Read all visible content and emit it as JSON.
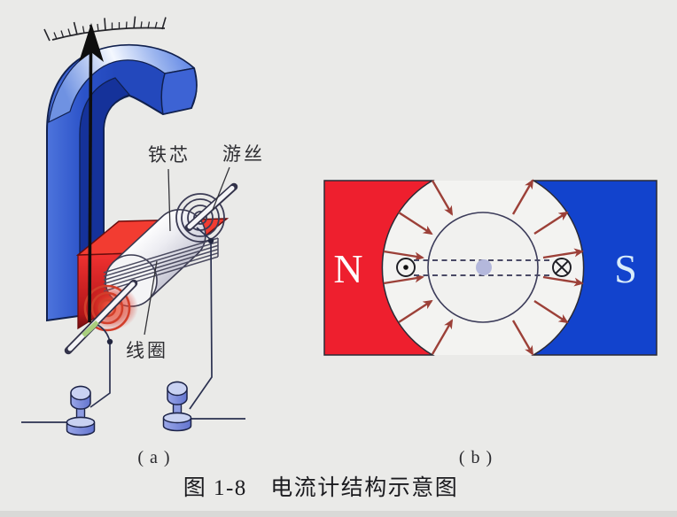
{
  "figure": {
    "caption": "图 1-8　电流计结构示意图"
  },
  "panel_a": {
    "label": "( a )",
    "callouts": {
      "iron_core": "铁芯",
      "hairspring": "游丝",
      "coil": "线圈"
    }
  },
  "panel_b": {
    "label": "( b )",
    "north_pole": "N",
    "south_pole": "S",
    "current_out_symbol": "⊙",
    "current_in_symbol": "⊗"
  },
  "colors": {
    "background": "#eaeae8",
    "magnet_blue": "#2b52c8",
    "magnet_inner_blue": "#15329a",
    "pole_piece_red": "#e62a2b",
    "north_pole_red": "#ee1f2e",
    "south_pole_blue": "#1243cd",
    "field_arrow": "#9c4038",
    "terminal_blue": "#7f8fdd",
    "front_spring_red": "#d23f2b",
    "pointer_black": "#0e0e0e",
    "axle_dot_lavender": "#b4b8dc"
  }
}
